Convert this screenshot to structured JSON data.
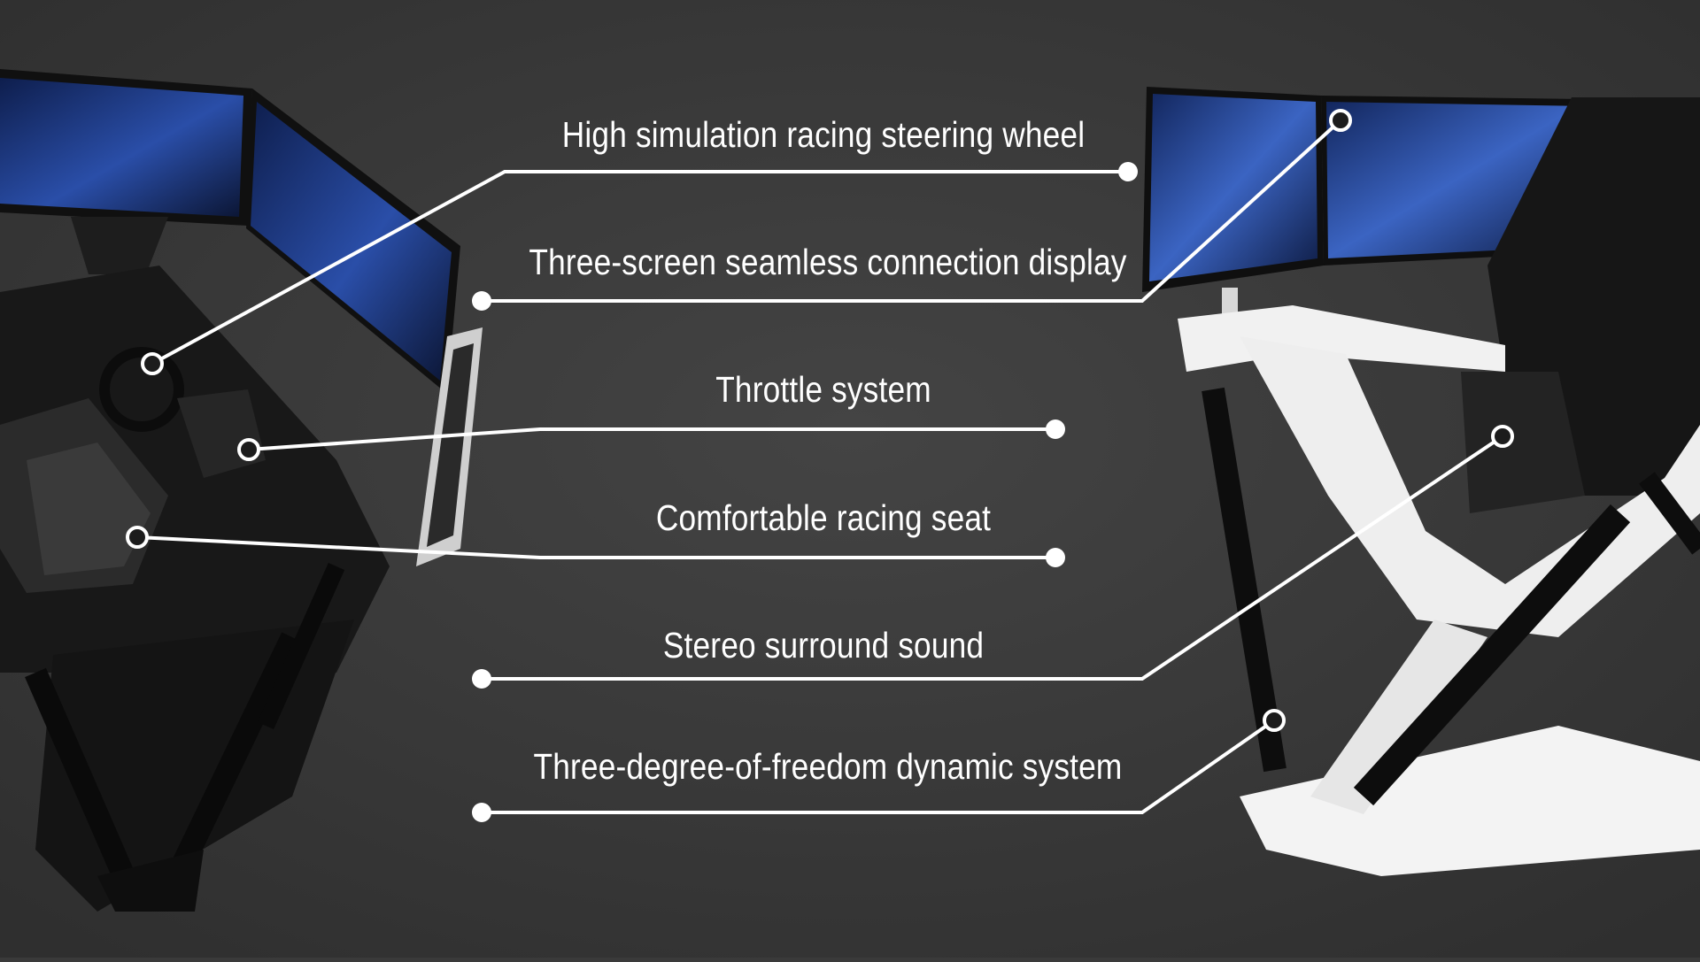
{
  "colors": {
    "background": "#3a3a3a",
    "line": "#ffffff",
    "frame_left": "#151515",
    "frame_right": "#f2f2f2",
    "screen": "#1b2f6b"
  },
  "callouts": [
    {
      "label": "High simulation racing steering wheel"
    },
    {
      "label": "Three-screen seamless connection display"
    },
    {
      "label": "Throttle system"
    },
    {
      "label": "Comfortable racing seat"
    },
    {
      "label": "Stereo surround sound"
    },
    {
      "label": "Three-degree-of-freedom dynamic system"
    }
  ]
}
